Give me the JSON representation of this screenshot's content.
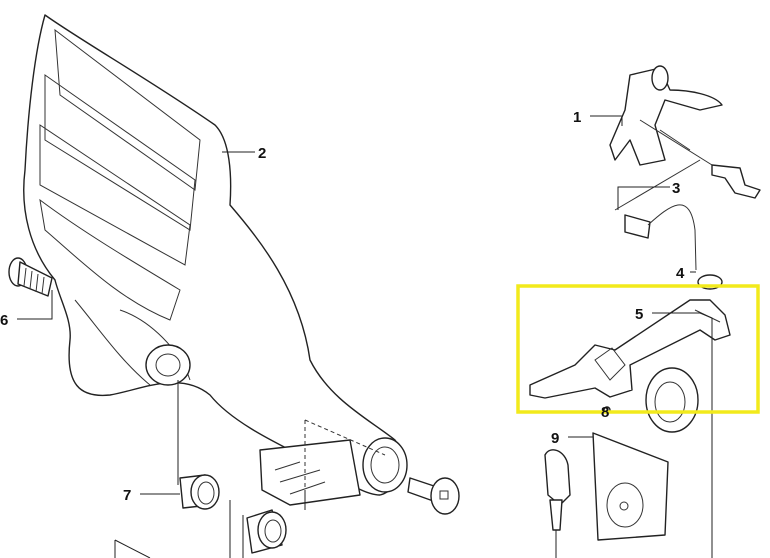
{
  "diagram": {
    "type": "exploded parts diagram",
    "callouts": [
      {
        "number": "1"
      },
      {
        "number": "2"
      },
      {
        "number": "3"
      },
      {
        "number": "4"
      },
      {
        "number": "5"
      },
      {
        "number": "6"
      },
      {
        "number": "7"
      },
      {
        "number": "8"
      },
      {
        "number": "9"
      }
    ],
    "highlight": {
      "color": "#f2ea1c",
      "encloses_callout": "5"
    },
    "line_color": "#222222"
  }
}
